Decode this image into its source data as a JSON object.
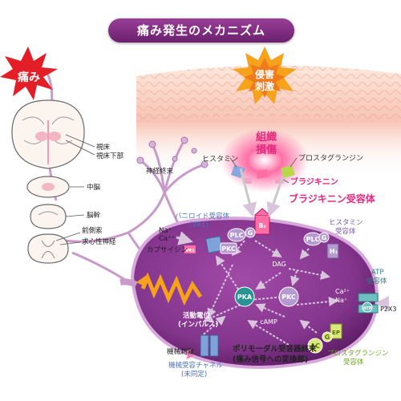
{
  "title": "痛み発生のメカニズム",
  "pain_star": "痛み",
  "injury_star": [
    "侵害",
    "刺激"
  ],
  "tissue_damage": [
    "組織",
    "損傷"
  ],
  "chemicals": {
    "histamine": "ヒスタミン",
    "prostaglandin": "プロスタグランジン",
    "bradykinin": "ブラジキニン"
  },
  "bradykinin_receptor": "ブラジキニン受容体",
  "brain_labels": {
    "thalamus": "視床",
    "hypothalamus": "視床下部",
    "midbrain": "中脳",
    "brainstem": "脳幹",
    "anterolateral": "前側索",
    "afferent": "求心性神経"
  },
  "nerve_ending": "神経終末",
  "vanilloid": [
    "バニロイド受容体",
    "(VR1)"
  ],
  "ions_left": [
    "Na⁺",
    "Ca⁺⁺"
  ],
  "capsaicin": "カプサイシン",
  "histamine_receptor": [
    "ヒスタミン",
    "受容体"
  ],
  "atp_receptor": [
    "ATP",
    "受容体"
  ],
  "ions_right": [
    "Ca²⁺",
    "Na⁺"
  ],
  "p2x3": "P2X3",
  "prostaglandin_receptor": [
    "プロスタグランジン",
    "受容体"
  ],
  "action_potential": [
    "活動電位",
    "(インパルス)"
  ],
  "mechanical": "機械刺激",
  "mech_channel": [
    "機械受容チャネル",
    "(未同定)"
  ],
  "polymodal": [
    "ポリモーダル受容器終末",
    "(痛み信号への変換部)"
  ],
  "nodes": {
    "plc1": "PLC",
    "g1": "G",
    "b2": "B₂",
    "pkc1": "PKC",
    "dag": "DAG",
    "plc2": "PLC",
    "g2": "G",
    "h1": "H₁",
    "pka": "PKA",
    "pkc2": "PKC",
    "camp": "cAMP",
    "ac": "AC",
    "g3": "G",
    "ep": "EP",
    "atp": "ATP",
    "cap": "VR1"
  },
  "colors": {
    "title": "#7a2a7e",
    "pain_red": "#e41e26",
    "injury_orange": "#f07b1c",
    "cell": "#8a3a92",
    "cell_dark": "#5e1f66",
    "pink_label": "#e5287f",
    "blue_label": "#4a73b8",
    "green_label": "#6fa326",
    "nerve": "#c99ac9"
  }
}
